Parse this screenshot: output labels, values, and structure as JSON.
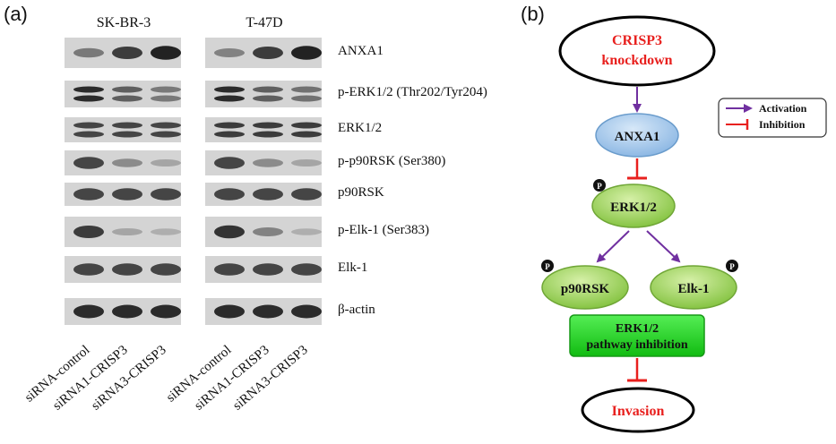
{
  "panels": {
    "a": "(a)",
    "b": "(b)"
  },
  "cell_lines": [
    "SK-BR-3",
    "T-47D"
  ],
  "lanes": [
    "siRNA-control",
    "siRNA1-CRISP3",
    "siRNA3-CRISP3",
    "siRNA-control",
    "siRNA1-CRISP3",
    "siRNA3-CRISP3"
  ],
  "blots": [
    {
      "protein": "ANXA1",
      "intensities": [
        [
          0.45,
          0.8,
          0.95
        ],
        [
          0.4,
          0.8,
          0.95
        ]
      ]
    },
    {
      "protein": "p-ERK1/2 (Thr202/Tyr204)",
      "intensities": [
        [
          0.9,
          0.6,
          0.45
        ],
        [
          0.9,
          0.6,
          0.5
        ]
      ]
    },
    {
      "protein": "ERK1/2",
      "intensities": [
        [
          0.75,
          0.75,
          0.75
        ],
        [
          0.8,
          0.8,
          0.8
        ]
      ]
    },
    {
      "protein": "p-p90RSK (Ser380)",
      "intensities": [
        [
          0.75,
          0.35,
          0.2
        ],
        [
          0.75,
          0.35,
          0.2
        ]
      ]
    },
    {
      "protein": "p90RSK",
      "intensities": [
        [
          0.75,
          0.75,
          0.75
        ],
        [
          0.75,
          0.75,
          0.75
        ]
      ]
    },
    {
      "protein": "p-Elk-1 (Ser383)",
      "intensities": [
        [
          0.8,
          0.2,
          0.15
        ],
        [
          0.85,
          0.4,
          0.15
        ]
      ]
    },
    {
      "protein": "Elk-1",
      "intensities": [
        [
          0.75,
          0.75,
          0.75
        ],
        [
          0.75,
          0.75,
          0.75
        ]
      ]
    },
    {
      "protein": "β-actin",
      "intensities": [
        [
          0.9,
          0.9,
          0.9
        ],
        [
          0.9,
          0.9,
          0.9
        ]
      ]
    }
  ],
  "pathway": {
    "crisp3": [
      "CRISP3",
      "knockdown"
    ],
    "anxa1": "ANXA1",
    "erk": "ERK1/2",
    "p90rsk": "p90RSK",
    "elk1": "Elk-1",
    "inhibition_box": [
      "ERK1/2",
      "pathway inhibition"
    ],
    "invasion": "Invasion",
    "phospho_symbol": "P",
    "legend": {
      "activation": "Activation",
      "inhibition": "Inhibition"
    }
  },
  "colors": {
    "activation_arrow": "#7030a0",
    "inhibition_bar": "#e8201e",
    "title_text": "#e8201e",
    "node_blue": "#9cc3ea",
    "node_green": "#92d050",
    "box_green": "#22cc22"
  }
}
